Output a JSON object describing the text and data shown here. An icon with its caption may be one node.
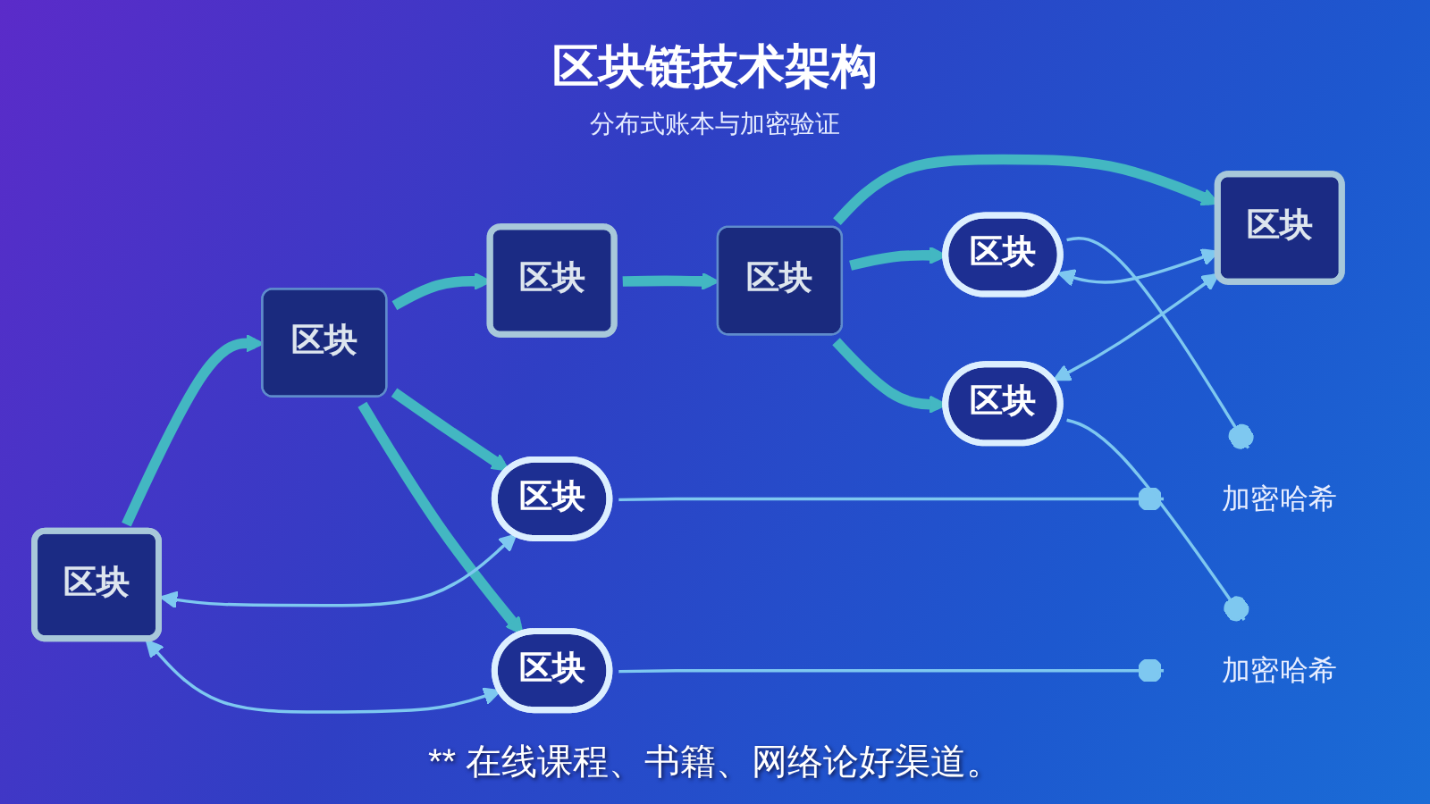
{
  "diagram": {
    "title": "区块链技术架构",
    "nodes": [
      {
        "text": [
          "区块"
        ]
      },
      {
        "text": [
          "加密哈希"
        ]
      },
      {
        "text": [
          "区块"
        ]
      },
      {
        "text": [
          "区块"
        ]
      },
      {
        "text": [
          "区块"
        ]
      },
      {
        "text": [
          "区块"
        ]
      },
      {
        "text": [
          "区块"
        ]
      },
      {
        "text": [
          "区块"
        ]
      },
      {
        "text": [
          "区块"
        ]
      },
      {
        "text": [
          "加密哈希"
        ]
      },
      {
        "text": [
          "区块"
        ]
      }
    ],
    "edges": [
      {
        "from": 0,
        "to": 1,
        "arrow": "other"
      },
      {
        "from": 2,
        "to": 1,
        "arrow": "other"
      },
      {
        "from": 3,
        "to": 4,
        "arrow": "to",
        "style": "thick"
      },
      {
        "from": 4,
        "to": 5,
        "arrow": "to",
        "style": "thick"
      },
      {
        "from": 5,
        "to": 6,
        "arrow": "to",
        "style": "thick"
      },
      {
        "from": 6,
        "to": 7,
        "arrow": "to",
        "style": "thick"
      },
      {
        "from": 4,
        "to": 0,
        "arrow": "to",
        "style": "thick"
      },
      {
        "from": 6,
        "to": 2,
        "arrow": "to",
        "style": "thick"
      },
      {
        "from": 4,
        "to": 8,
        "arrow": "to",
        "style": "thick"
      },
      {
        "from": 6,
        "to": 10,
        "arrow": "to",
        "style": "thick"
      },
      {
        "from": 3,
        "to": 0,
        "arrow": "both"
      },
      {
        "from": 2,
        "to": 7,
        "arrow": "both"
      },
      {
        "from": 3,
        "to": 8,
        "arrow": "both"
      },
      {
        "from": 10,
        "to": 7,
        "arrow": "both"
      },
      {
        "from": 8,
        "to": 9,
        "arrow": "other"
      },
      {
        "from": 10,
        "to": 9,
        "arrow": "other"
      }
    ],
    "labels": [
      "分布式账本与加密验证",
      "** 在线课程、书籍、网络论好渠道。"
    ]
  }
}
